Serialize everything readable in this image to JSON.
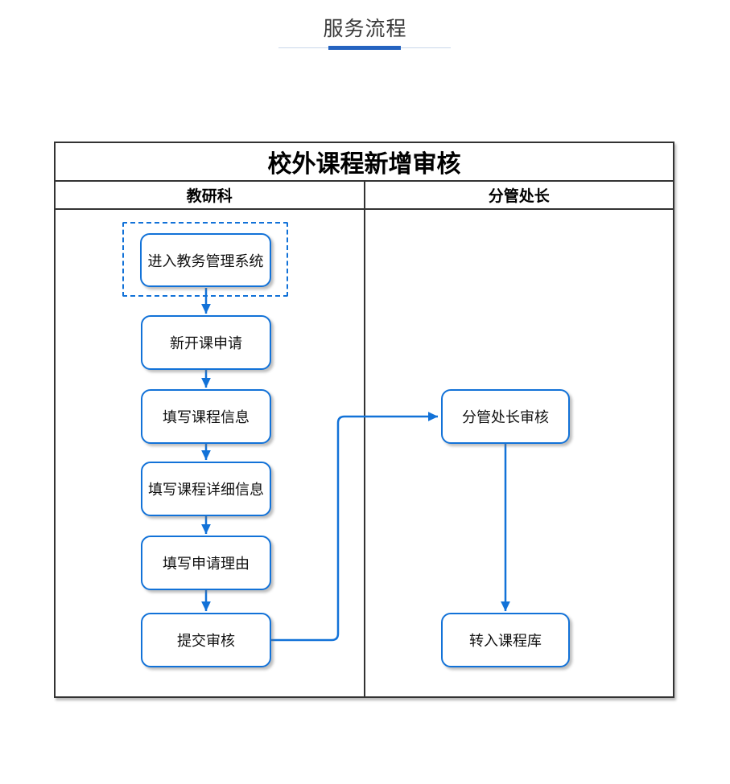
{
  "colors": {
    "accent": "#1272d8",
    "tab-indicator": "#2563c0",
    "table-border": "#333333"
  },
  "header": {
    "tab_label": "服务流程"
  },
  "flowchart": {
    "title": "校外课程新增审核",
    "lanes": [
      {
        "label": "教研科"
      },
      {
        "label": "分管处长"
      }
    ],
    "nodes": [
      {
        "id": "enter-system",
        "lane": "教研科",
        "label": "进入教务管理系统",
        "style": "dashed-highlight"
      },
      {
        "id": "new-course-apply",
        "lane": "教研科",
        "label": "新开课申请"
      },
      {
        "id": "fill-course-info",
        "lane": "教研科",
        "label": "填写课程信息"
      },
      {
        "id": "fill-course-detail",
        "lane": "教研科",
        "label": "填写课程详细信息"
      },
      {
        "id": "fill-apply-reason",
        "lane": "教研科",
        "label": "填写申请理由"
      },
      {
        "id": "submit-review",
        "lane": "教研科",
        "label": "提交审核"
      },
      {
        "id": "director-review",
        "lane": "分管处长",
        "label": "分管处长审核"
      },
      {
        "id": "to-course-library",
        "lane": "分管处长",
        "label": "转入课程库"
      }
    ],
    "edges": [
      {
        "from": "enter-system",
        "to": "new-course-apply"
      },
      {
        "from": "new-course-apply",
        "to": "fill-course-info"
      },
      {
        "from": "fill-course-info",
        "to": "fill-course-detail"
      },
      {
        "from": "fill-course-detail",
        "to": "fill-apply-reason"
      },
      {
        "from": "fill-apply-reason",
        "to": "submit-review"
      },
      {
        "from": "submit-review",
        "to": "director-review"
      },
      {
        "from": "director-review",
        "to": "to-course-library"
      }
    ]
  }
}
